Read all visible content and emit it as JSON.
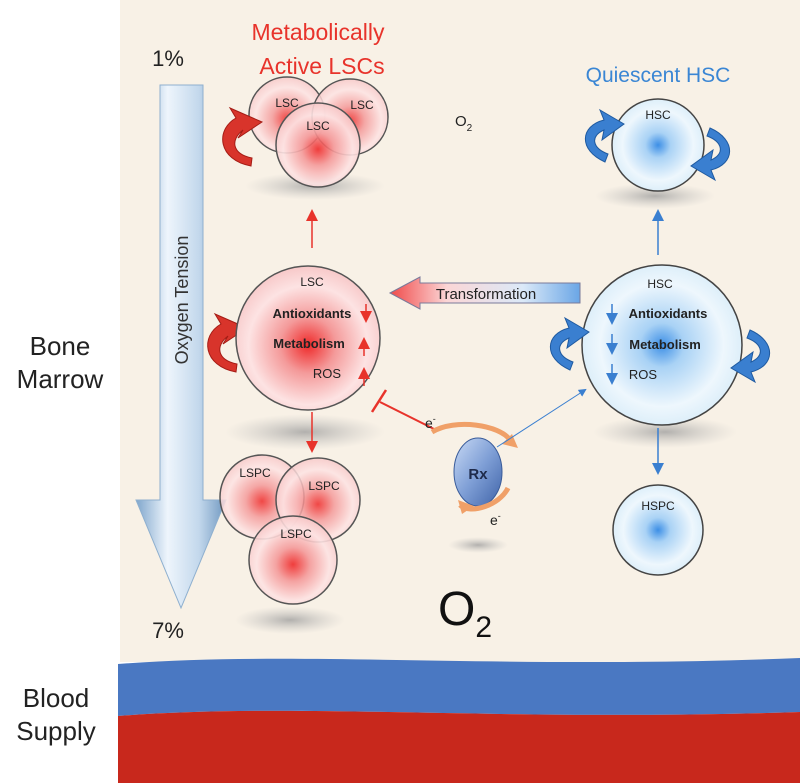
{
  "labels": {
    "bone_marrow": [
      "Bone",
      "Marrow"
    ],
    "blood_supply": [
      "Blood",
      "Supply"
    ],
    "o2_top_percent": "1%",
    "o2_bottom_percent": "7%",
    "oxygen_tension": "Oxygen Tension",
    "o2_small": "O",
    "o2_small_sub": "2",
    "o2_big": "O",
    "o2_big_sub": "2",
    "transformation": "Transformation"
  },
  "lsc_column": {
    "title": [
      "Metabolically",
      "Active LSCs"
    ],
    "title_color": "#e8332b",
    "top_cells": [
      "LSC",
      "LSC",
      "LSC"
    ],
    "mid_cell_label": "LSC",
    "mid_cell_lines": [
      "Antioxidants",
      "Metabolism",
      "ROS"
    ],
    "bottom_cells": [
      "LSPC",
      "LSPC",
      "LSPC"
    ]
  },
  "hsc_column": {
    "title": "Quiescent HSC",
    "title_color": "#3a86d4",
    "top_cell": "HSC",
    "mid_cell_label": "HSC",
    "mid_cell_lines": [
      "Antioxidants",
      "Metabolism",
      "ROS"
    ],
    "bottom_cell": "HSPC"
  },
  "drug": {
    "label": "Rx",
    "electron": "e",
    "electron_sup": "-"
  },
  "colors": {
    "marrow_bg": "#f8f1e6",
    "blood_blue": "#4a78c2",
    "blood_red": "#c8281c",
    "red_arrow": "#e8332b",
    "blue_arrow": "#3a7fd0"
  }
}
